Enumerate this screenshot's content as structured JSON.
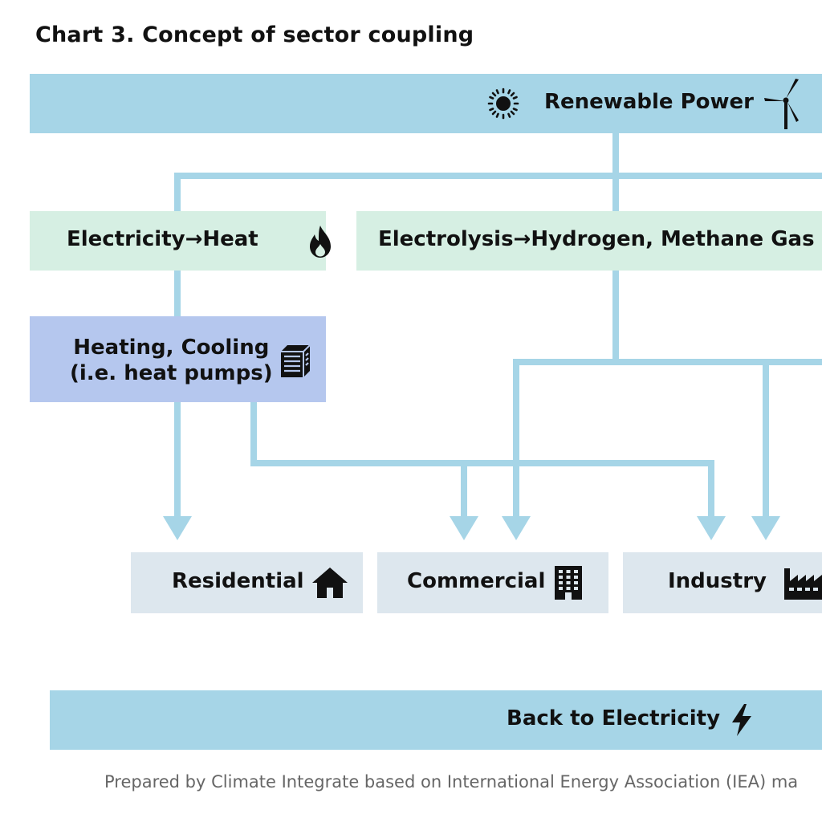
{
  "title": "Chart 3. Concept of sector coupling",
  "nodes": {
    "renewable": "Renewable Power",
    "elec_heat": "Electricity→Heat",
    "electrolysis": "Electrolysis→Hydrogen, Methane Gas",
    "heating_line1": "Heating, Cooling",
    "heating_line2": "(i.e. heat pumps)",
    "residential": "Residential",
    "commercial": "Commercial",
    "industry": "Industry",
    "back": "Back to Electricity"
  },
  "icons": {
    "renewable": [
      "sun-icon",
      "wind-turbine-icon"
    ],
    "elec_heat": "flame-icon",
    "heating": "heat-pump-icon",
    "residential": "house-icon",
    "commercial": "office-building-icon",
    "industry": "factory-icon",
    "back": "lightning-bolt-icon"
  },
  "colors": {
    "power": "#a6d5e7",
    "conversion": "#d6efe3",
    "heating": "#b5c7ee",
    "sector": "#dde7ee",
    "connector": "#a6d5e7"
  },
  "footer": "Prepared by Climate Integrate based on International Energy Association (IEA) ma"
}
